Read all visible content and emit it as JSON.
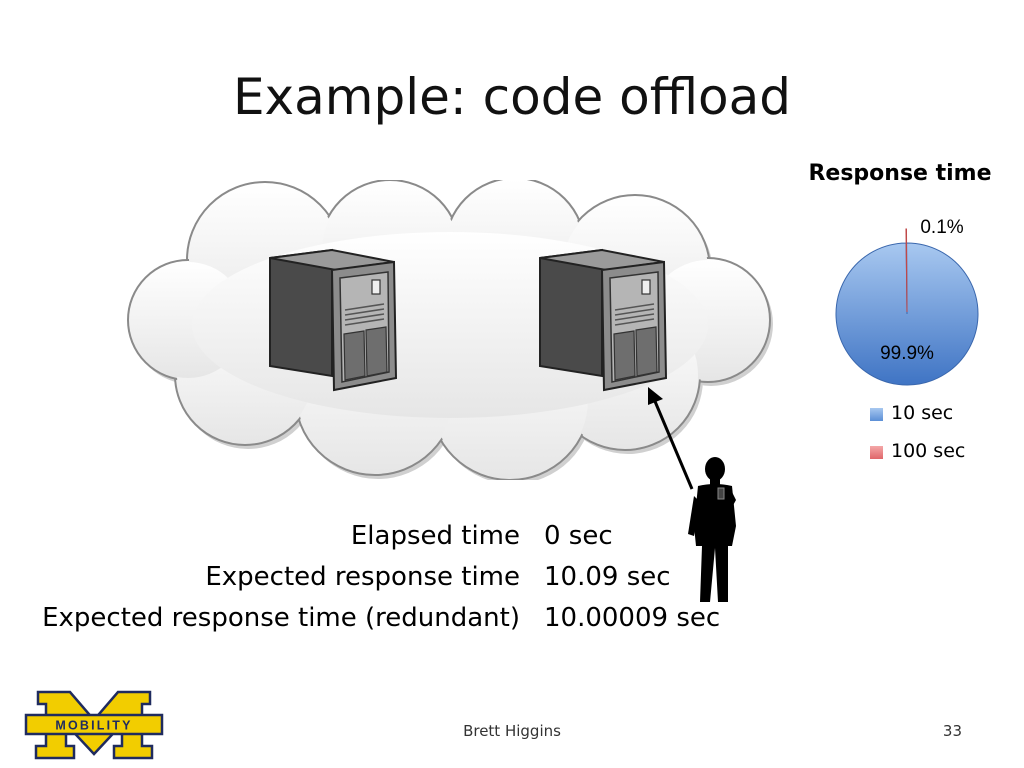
{
  "slide": {
    "title": "Example: code offload"
  },
  "stats": [
    {
      "label": "Elapsed time",
      "value": "0 sec"
    },
    {
      "label": "Expected response time",
      "value": "10.09 sec"
    },
    {
      "label": "Expected response time (redundant)",
      "value": "10.00009 sec"
    }
  ],
  "chart_data": {
    "type": "pie",
    "title": "Response time",
    "categories": [
      "10 sec",
      "100 sec"
    ],
    "values": [
      99.9,
      0.1
    ],
    "data_labels": [
      "99.9%",
      "0.1%"
    ],
    "colors": [
      "#5b8fd6",
      "#e0676a"
    ],
    "legend_position": "bottom"
  },
  "logo": {
    "text": "MOBILITY",
    "colors": {
      "maize": "#f2cd00",
      "blue": "#1f2b5f"
    }
  },
  "footer": {
    "author": "Brett Higgins",
    "page": "33"
  }
}
